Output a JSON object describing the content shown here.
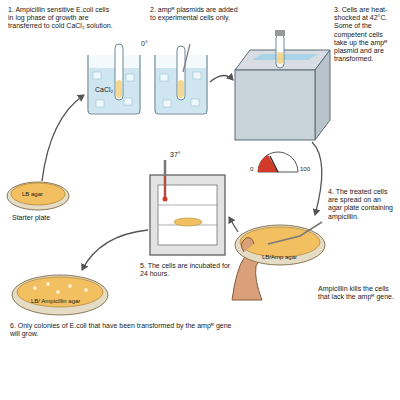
{
  "diagram": {
    "labels": [
      "1. Ampicillin sensitive E.coli cells in log phase of growth are transferred to cold CaCl₂ solution.",
      "0°",
      "CaCl₂",
      "LB agar",
      "Starter plate",
      "2. ampᴿ plasmids are added to experimental cells only.",
      "3. Cells are heat-shocked at 42°C. Some of the competent cells take up the ampᴿ plasmid and are transformed.",
      "0",
      "100",
      "4. The treated cells are spread on an agar plate containing ampicillin.",
      "Ampicillin kills the cells that lack the ampᴿ gene.",
      "LB/Amp agar",
      "5. The cells are incubated for 24 hours.",
      "37°",
      "LB/ Ampicillin agar",
      "6. Only colonies of E.coli that have been transformed by the ampᴿ gene will grow."
    ]
  }
}
